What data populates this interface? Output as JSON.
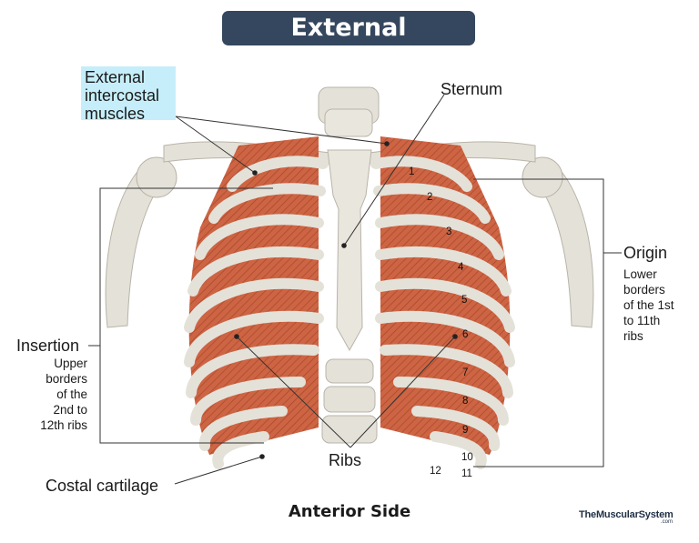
{
  "title": "External Intercostals",
  "labels": {
    "muscles": "External intercostal muscles",
    "sternum": "Sternum",
    "origin": "Origin",
    "origin_desc": [
      "Lower",
      "borders",
      "of the 1st",
      "to 11th",
      "ribs"
    ],
    "insertion": "Insertion",
    "insertion_desc": [
      "Upper",
      "borders",
      "of the",
      "2nd to",
      "12th ribs"
    ],
    "ribs": "Ribs",
    "costal_cartilage": "Costal cartilage"
  },
  "rib_numbers": [
    "1",
    "2",
    "3",
    "4",
    "5",
    "6",
    "7",
    "8",
    "9",
    "10",
    "11",
    "12"
  ],
  "footer": "Anterior Side",
  "brand": "TheMuscularSystem",
  "brand_sub": ".com",
  "colors": {
    "title_bg": "#35475e",
    "highlight": "#c6eefa",
    "bone": "#e4e1d8",
    "muscle": "#c9603f"
  }
}
